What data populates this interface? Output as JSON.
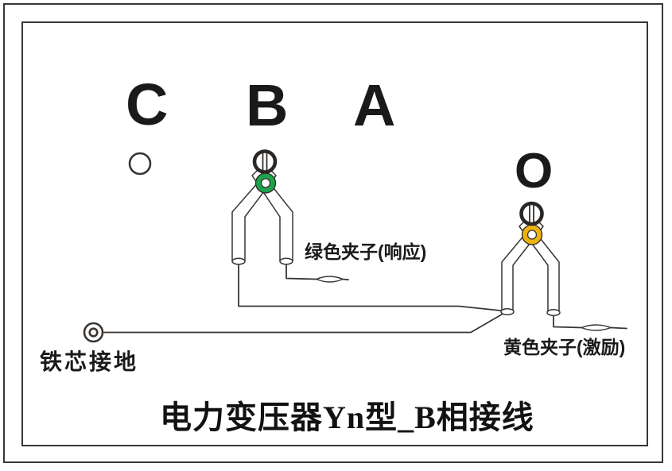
{
  "title": {
    "text": "电力变压器Yn型_B相接线"
  },
  "phase_labels": {
    "c": "C",
    "b": "B",
    "a": "A",
    "o": "O"
  },
  "annotations": {
    "green_clamp": "绿色夹子(响应)",
    "yellow_clamp": "黄色夹子(激励)",
    "core_ground": "铁芯接地"
  },
  "colors": {
    "green_clamp": "#1ea24c",
    "yellow_clamp": "#f0b211",
    "line": "#3a3531",
    "text": "#1c1a19",
    "background": "#ffffff"
  }
}
